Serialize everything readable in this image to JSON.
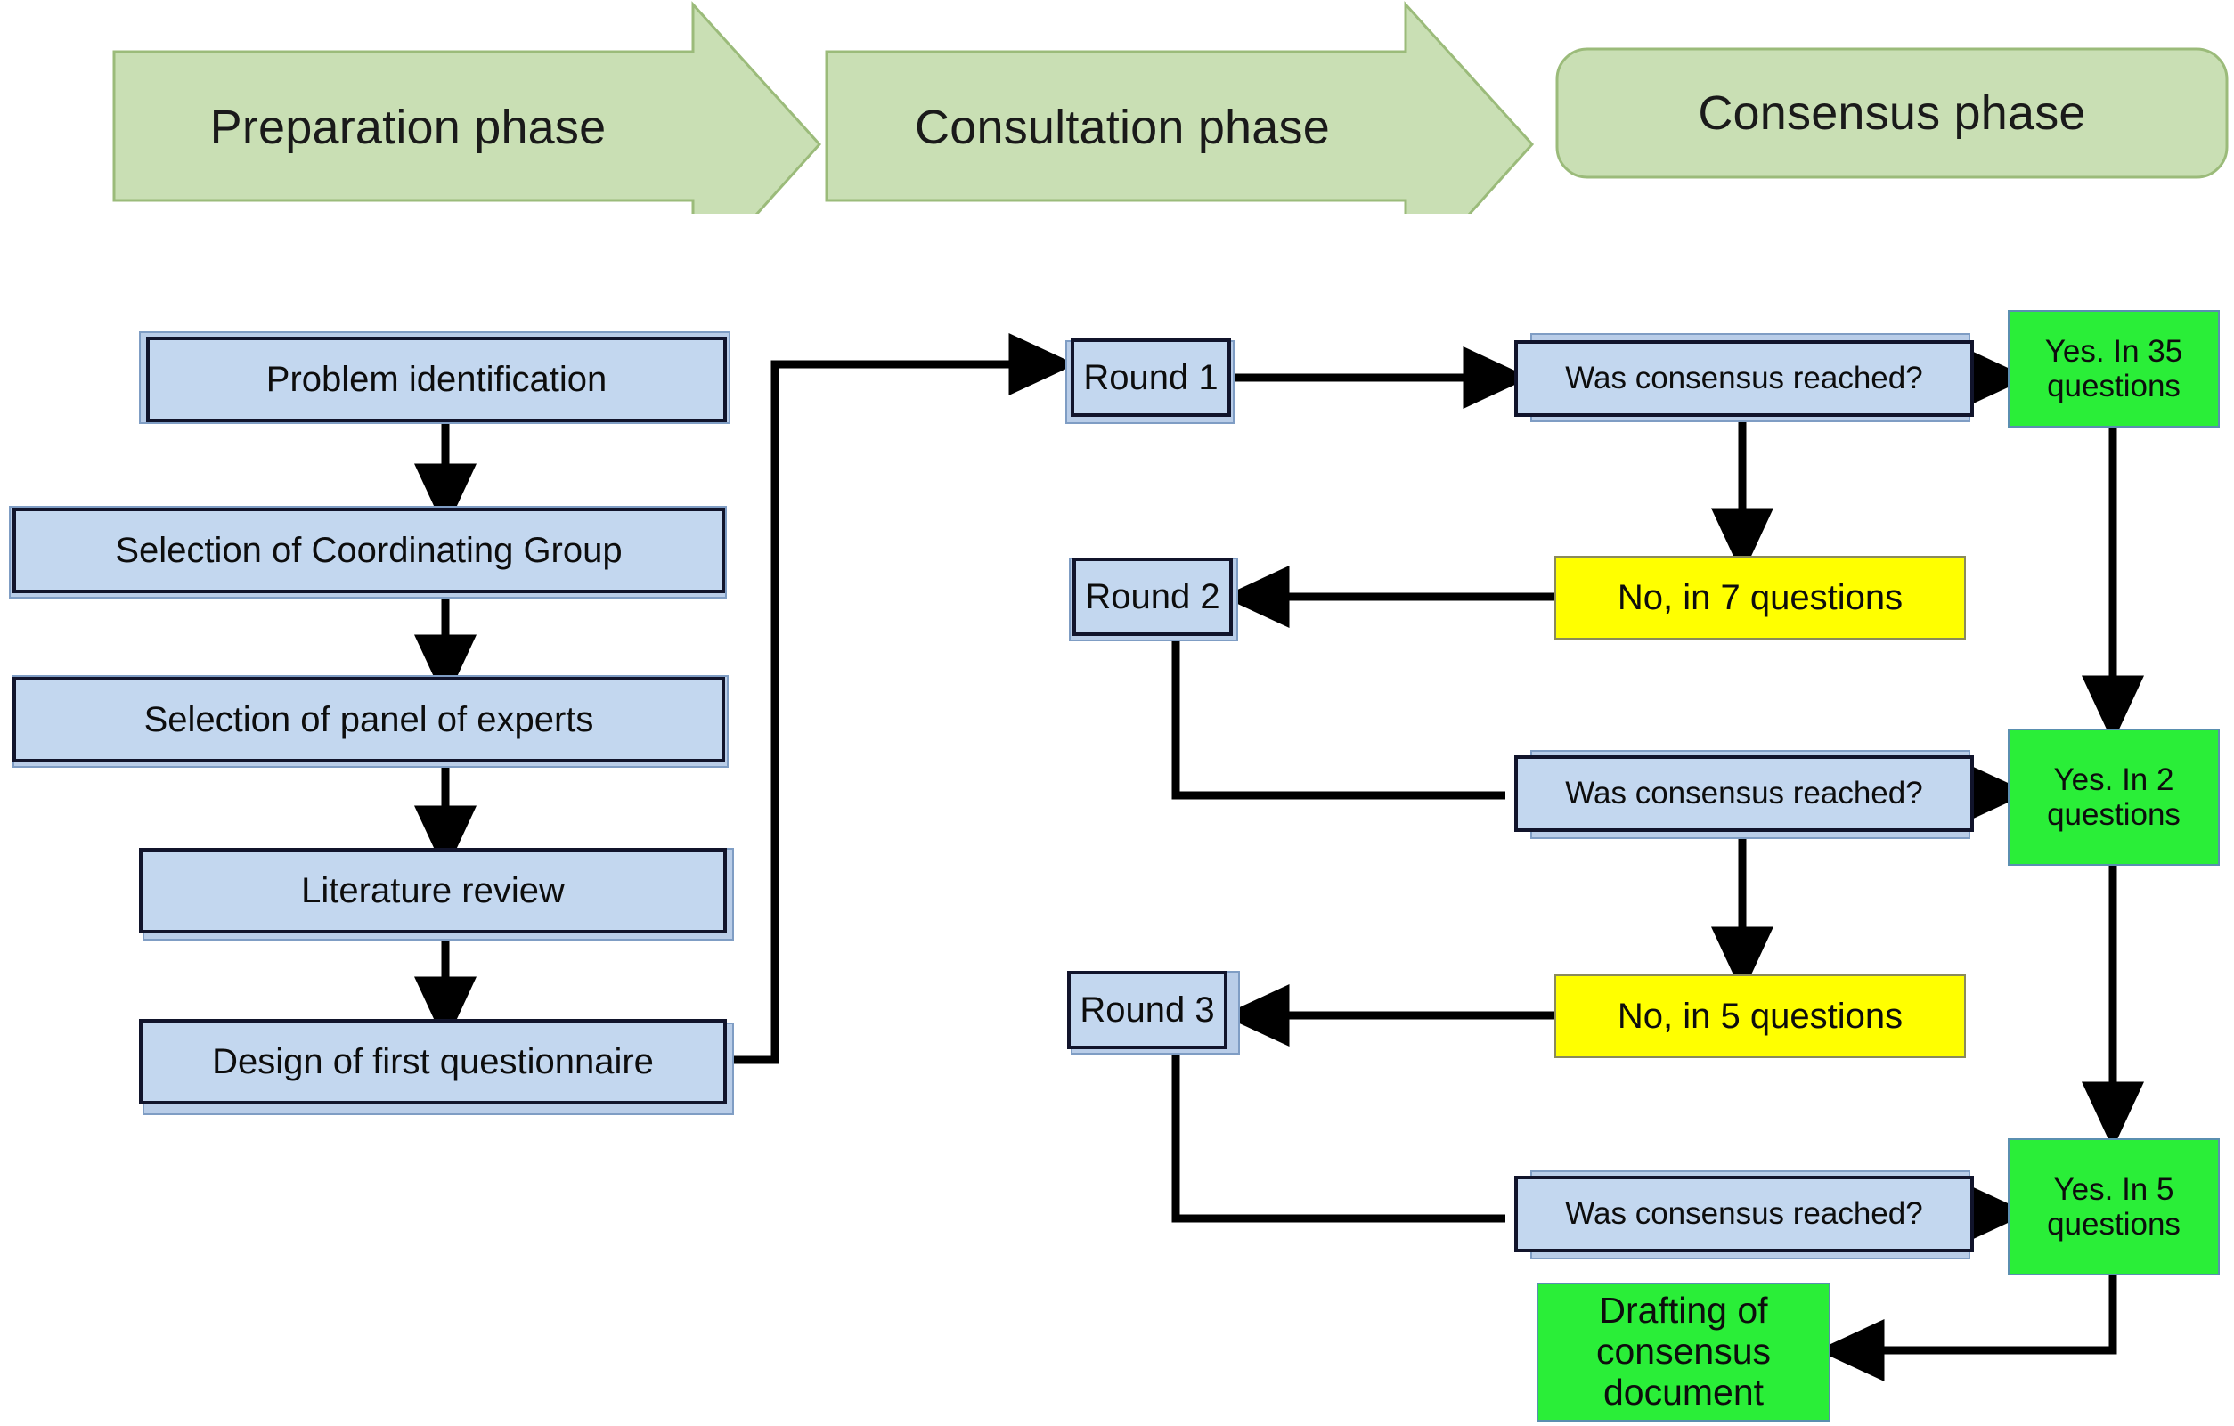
{
  "diagram": {
    "title": "Delphi consensus process flowchart",
    "colors": {
      "phase_fill": "#c9dfb4",
      "phase_stroke": "#9bbb7a",
      "blue_fill": "#c3d7ef",
      "blue_stroke": "#11142b",
      "yellow_fill": "#ffff00",
      "green_fill": "#2aee38",
      "arrow_stroke": "#000000"
    }
  },
  "phases": [
    {
      "id": "preparation",
      "label": "Preparation phase",
      "shape": "block-arrow"
    },
    {
      "id": "consultation",
      "label": "Consultation phase",
      "shape": "block-arrow"
    },
    {
      "id": "consensus",
      "label": "Consensus phase",
      "shape": "rounded-rect"
    }
  ],
  "preparation_steps": [
    {
      "id": "problem-identification",
      "label": "Problem identification"
    },
    {
      "id": "selection-coordinating-group",
      "label": "Selection of Coordinating Group"
    },
    {
      "id": "selection-panel-experts",
      "label": "Selection of panel of experts"
    },
    {
      "id": "literature-review",
      "label": "Literature review"
    },
    {
      "id": "design-first-questionnaire",
      "label": "Design of first questionnaire"
    }
  ],
  "rounds": [
    {
      "id": "round-1",
      "label": "Round 1"
    },
    {
      "id": "round-2",
      "label": "Round 2"
    },
    {
      "id": "round-3",
      "label": "Round 3"
    }
  ],
  "decisions": [
    {
      "id": "decision-1",
      "label": "Was consensus reached?"
    },
    {
      "id": "decision-2",
      "label": "Was consensus reached?"
    },
    {
      "id": "decision-3",
      "label": "Was consensus reached?"
    }
  ],
  "outcomes_yes": [
    {
      "id": "yes-round-1",
      "label": "Yes. In 35 questions",
      "count": 35
    },
    {
      "id": "yes-round-2",
      "label": "Yes. In 2 questions",
      "count": 2
    },
    {
      "id": "yes-round-3",
      "label": "Yes. In 5 questions",
      "count": 5
    }
  ],
  "outcomes_no": [
    {
      "id": "no-round-1",
      "label": "No, in 7 questions",
      "count": 7
    },
    {
      "id": "no-round-2",
      "label": "No, in 5 questions",
      "count": 5
    }
  ],
  "final": {
    "id": "drafting-consensus-document",
    "label": "Drafting of consensus document"
  }
}
